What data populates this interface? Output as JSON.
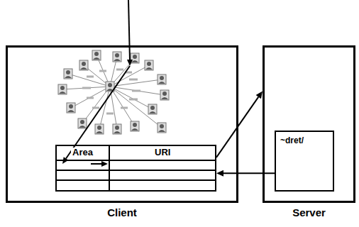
{
  "diagram": {
    "nodes": [
      {
        "text": [
          "Client"
        ]
      },
      {
        "text": [
          "Area",
          "URI"
        ],
        "in": 0
      },
      {
        "text": [
          "Server"
        ]
      },
      {
        "text": [
          "~dret/"
        ],
        "in": 2
      }
    ],
    "edges": [
      {
        "from": 1,
        "to": 2,
        "arrow": "to"
      },
      {
        "from": 3,
        "to": 1,
        "arrow": "to"
      }
    ]
  }
}
